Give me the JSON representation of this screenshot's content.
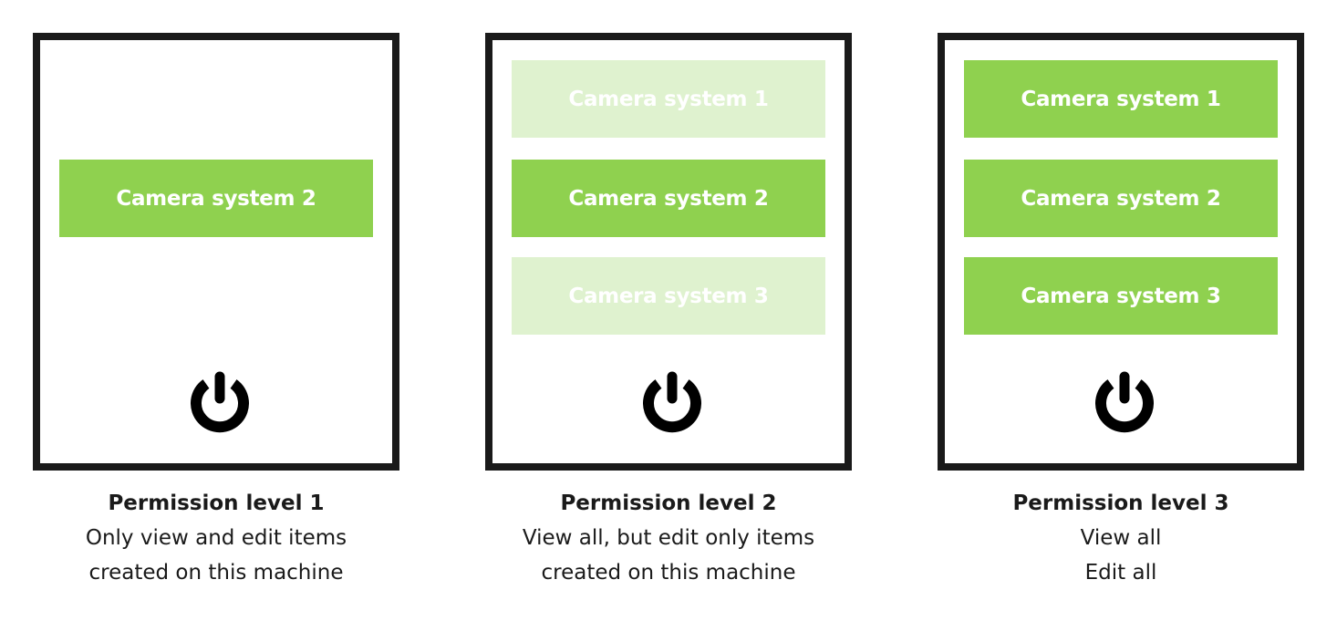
{
  "colors": {
    "active": "#8fd14f",
    "dimmed": "#dff2cf",
    "frame": "#1a1a1a"
  },
  "panels": [
    {
      "items": [
        null,
        {
          "label": "Camera system 2",
          "state": "active"
        },
        null
      ],
      "icon": "power-icon",
      "title": "Permission level 1",
      "lines": [
        "Only view and edit items",
        "created on this machine"
      ]
    },
    {
      "items": [
        {
          "label": "Camera system 1",
          "state": "dimmed"
        },
        {
          "label": "Camera system 2",
          "state": "active"
        },
        {
          "label": "Camera system 3",
          "state": "dimmed"
        }
      ],
      "icon": "power-icon",
      "title": "Permission level 2",
      "lines": [
        "View all, but edit only items",
        "created on this machine"
      ]
    },
    {
      "items": [
        {
          "label": "Camera system 1",
          "state": "active"
        },
        {
          "label": "Camera system 2",
          "state": "active"
        },
        {
          "label": "Camera system 3",
          "state": "active"
        }
      ],
      "icon": "power-icon",
      "title": "Permission level 3",
      "lines": [
        "View all",
        "Edit all"
      ]
    }
  ]
}
